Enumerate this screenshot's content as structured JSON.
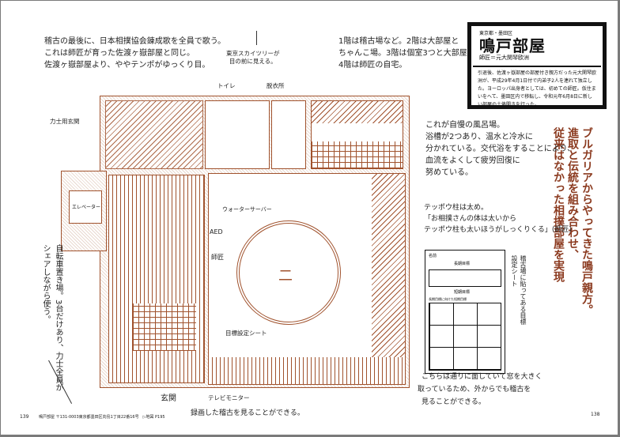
{
  "page": {
    "left_page_number": "139",
    "right_page_number": "138",
    "footer_address": "鳴戸部屋 〒131-0003東京都墨田区向島1丁目22番16号　▷地図 P195"
  },
  "info_box": {
    "location": "東京都・墨田区",
    "stable_name": "鳴戸部屋",
    "master": "師匠＝元大関琴欧洲",
    "description": "引退後、佐渡ヶ嶽部屋の部屋付き親方だった元大関琴欧洲が、平成29年4月1日付で内弟子2人を連れて独立した。ヨーロッパ出身者としては、初めての師匠。仮住まいをへて、墨田区内で移転し、令和元年6月8日に新しい部屋の土俵開きを行った。"
  },
  "headline": {
    "line1": "ブルガリアからやってきた鳴戸親方。",
    "line2": "進取と伝統を組み合わせ、",
    "line3": "従来はなかった相撲部屋を実現"
  },
  "notes": {
    "song": [
      "稽古の最後に、日本相撲協会錬成歌を全員で歌う。",
      "これは師匠が育った佐渡ヶ嶽部屋と同じ。",
      "佐渡ヶ嶽部屋より、ややテンポがゆっくり目。"
    ],
    "skytree": [
      "東京スカイツリーが",
      "目の前に見える。"
    ],
    "floors": [
      "1階は稽古場など。2階は大部屋と",
      "ちゃんこ場。3階は個室3つと大部屋。",
      "4階は師匠の自宅。"
    ],
    "bath": [
      "これが自慢の風呂場。",
      "浴槽が2つあり、温水と冷水に",
      "分かれている。交代浴をすることにより、",
      "血流をよくして疲労回復に",
      "努めている。"
    ],
    "teppo": [
      "テッポウ柱は太め。",
      "「お相撲さんの体は太いから",
      "テッポウ柱も太いほうがしっくりくる」(師匠)"
    ],
    "bicycle": "自転車置き場。3台だけあり、力士全員がシェアしながら使う。",
    "window": [
      "こちらは通りに面していて窓を大きく",
      "取っているため、外からでも稽古を",
      "見ることができる。"
    ],
    "monitor_caption": "録画した稽古を見ることができる。",
    "sheet_caption": "稽古場に貼ってある目標設定シート"
  },
  "labels": {
    "toilet": "トイレ",
    "changing_room": "脱衣所",
    "rikishi_entrance": "力士用玄関",
    "elevator": "エレベーター",
    "water_server": "ウォーターサーバー",
    "aed": "AED",
    "master": "師匠",
    "goal_sheet": "目標設定シート",
    "entrance": "玄関",
    "tv_monitor": "テレビモニター",
    "dohyo_mark": "二"
  },
  "goal_sheet": {
    "name_label": "名前",
    "long_term": "長期目標",
    "short_term": "短期目標",
    "note": "長期目標に向けた短期目標"
  },
  "colors": {
    "plan_line": "#a0522d",
    "headline": "#8b3a1f",
    "box": "#111111"
  }
}
